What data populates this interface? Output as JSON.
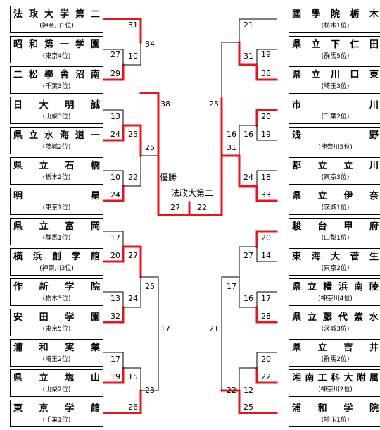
{
  "colors": {
    "winner_line": "#e8141c",
    "normal_line": "#000000"
  },
  "left_teams": [
    {
      "name": "法政大学第二",
      "qual": "(神奈川1位)"
    },
    {
      "name": "昭和第一学園",
      "qual": "(東京4位)"
    },
    {
      "name": "二松學舎沼南",
      "qual": "(千葉3位)"
    },
    {
      "name": "日大明誠",
      "qual": "(山梨3位)"
    },
    {
      "name": "県立水海道一",
      "qual": "(茨城2位)"
    },
    {
      "name": "県立石橋",
      "qual": "(栃木2位)"
    },
    {
      "name": "明星",
      "qual": "(東京1位)"
    },
    {
      "name": "県立富岡",
      "qual": "(群馬1位)"
    },
    {
      "name": "横浜創学館",
      "qual": "(神奈川3位)"
    },
    {
      "name": "作新学院",
      "qual": "(栃木3位)"
    },
    {
      "name": "安田学園",
      "qual": "(東京5位)"
    },
    {
      "name": "浦和実業",
      "qual": "(埼玉2位)"
    },
    {
      "name": "県立塩山",
      "qual": "(山梨2位)"
    },
    {
      "name": "東京学館",
      "qual": "(千葉1位)"
    }
  ],
  "right_teams": [
    {
      "name": "國學院栃木",
      "qual": "(栃木1位)"
    },
    {
      "name": "県立下仁田",
      "qual": "(群馬5位)"
    },
    {
      "name": "県立川口東",
      "qual": "(埼玉3位)"
    },
    {
      "name": "市川",
      "qual": "(千葉2位)"
    },
    {
      "name": "浅野",
      "qual": "(神奈川5位)"
    },
    {
      "name": "都立立川",
      "qual": "(東京3位)"
    },
    {
      "name": "県立伊奈",
      "qual": "(茨城1位)"
    },
    {
      "name": "駿台甲府",
      "qual": "(山梨1位)"
    },
    {
      "name": "東海大菅生",
      "qual": "(東京2位)"
    },
    {
      "name": "県立横浜南陵",
      "qual": "(神奈川4位)"
    },
    {
      "name": "県立藤代紫水",
      "qual": "(茨城3位)"
    },
    {
      "name": "県立吉井",
      "qual": "(群馬2位)"
    },
    {
      "name": "湘南工科大附属",
      "qual": "(神奈川2位)"
    },
    {
      "name": "浦和学院",
      "qual": "(埼玉1位)"
    }
  ],
  "scores": {
    "l1_a": "27",
    "l1_b": "29",
    "l2_a": "13",
    "l2_b": "24",
    "l3_a": "10",
    "l3_b": "24",
    "l4_a": "17",
    "l4_b": "20",
    "l5_a": "13",
    "l5_b": "32",
    "l6_a": "17",
    "l6_b": "19",
    "l7_a": "31",
    "l7_b": "10",
    "l8_a": "25",
    "l8_b": "22",
    "l9_a": "27",
    "l9_b": "24",
    "l10_a": "15",
    "l10_b": "26",
    "l11_a": "34",
    "l11_b": "25",
    "l12_a": "25",
    "l12_b": "23",
    "l13_a": "38",
    "l13_b": "17",
    "r1_a": "19",
    "r1_b": "38",
    "r2_a": "20",
    "r2_b": "19",
    "r3_a": "18",
    "r3_b": "33",
    "r4_a": "20",
    "r4_b": "14",
    "r5_a": "17",
    "r5_b": "28",
    "r6_a": "20",
    "r6_b": "22",
    "r7_a": "21",
    "r7_b": "31",
    "r8_a": "16",
    "r8_b": "24",
    "r9_a": "27",
    "r9_b": "16",
    "r10_a": "12",
    "r10_b": "25",
    "r11_a": "16",
    "r11_b": "31",
    "r12_a": "17",
    "r12_b": "22",
    "r13_a": "25",
    "r13_b": "21",
    "final_l": "27",
    "final_r": "22"
  },
  "champion_label": "優勝",
  "champion_name": "法政大第二"
}
